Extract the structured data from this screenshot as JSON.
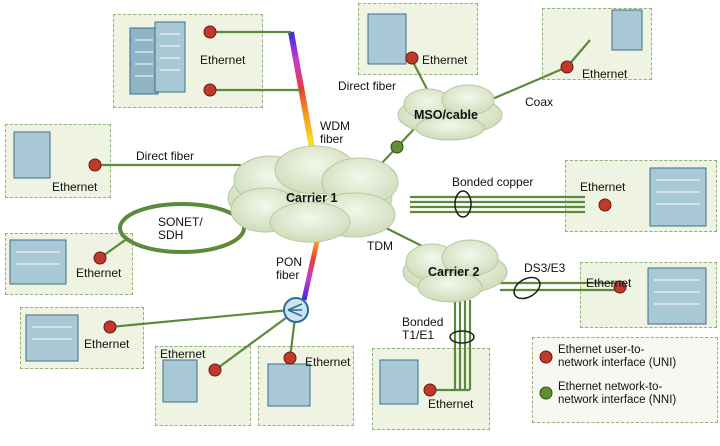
{
  "clouds": {
    "carrier1": "Carrier 1",
    "carrier2": "Carrier 2",
    "mso": "MSO/cable"
  },
  "site_label": "Ethernet",
  "links": {
    "wdm": [
      "WDM",
      "fiber"
    ],
    "direct_fiber_top": "Direct fiber",
    "coax": "Coax",
    "direct_fiber_left": "Direct fiber",
    "sonet": [
      "SONET/",
      "SDH"
    ],
    "bonded_copper": "Bonded copper",
    "tdm": "TDM",
    "pon": [
      "PON",
      "fiber"
    ],
    "ds3": "DS3/E3",
    "bonded_t1": [
      "Bonded",
      "T1/E1"
    ]
  },
  "legend": {
    "uni": [
      "Ethernet user-to-",
      "network interface (UNI)"
    ],
    "nni": [
      "Ethernet network-to-",
      "network interface (NNI)"
    ]
  },
  "colors": {
    "uni": "#c0392b",
    "nni": "#5f8f2f",
    "link": "#5a8a3a",
    "box_fill": "#eef3e2",
    "box_border": "#8fb27b",
    "cloud": "#dfe8cf"
  }
}
